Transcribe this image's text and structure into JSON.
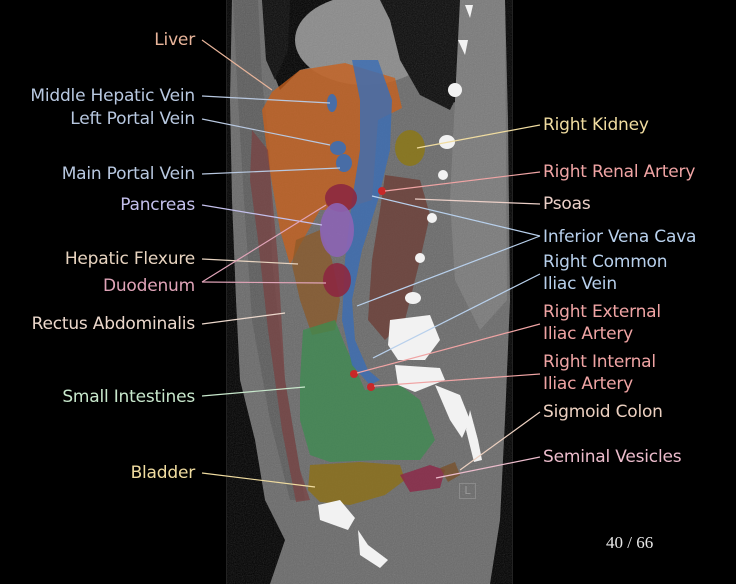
{
  "viewer": {
    "slice_counter": "40 / 66",
    "current_slice": 40,
    "total_slices": 66,
    "orientation_marker": "L"
  },
  "labels_left": [
    {
      "id": "liver",
      "text": "Liver",
      "color": "#e8b49a"
    },
    {
      "id": "middle-hepatic-vein",
      "text": "Middle Hepatic Vein",
      "color": "#b8c8e0"
    },
    {
      "id": "left-portal-vein",
      "text": "Left Portal Vein",
      "color": "#b8c8e0"
    },
    {
      "id": "main-portal-vein",
      "text": "Main Portal Vein",
      "color": "#b8c8e0"
    },
    {
      "id": "pancreas",
      "text": "Pancreas",
      "color": "#c4c0ec"
    },
    {
      "id": "hepatic-flexure",
      "text": "Hepatic Flexure",
      "color": "#e8d4c0"
    },
    {
      "id": "duodenum",
      "text": "Duodenum",
      "color": "#e0a4b8"
    },
    {
      "id": "rectus-abdominalis",
      "text": "Rectus Abdominalis",
      "color": "#ecd8cc"
    },
    {
      "id": "small-intestines",
      "text": "Small Intestines",
      "color": "#c8e8cc"
    },
    {
      "id": "bladder",
      "text": "Bladder",
      "color": "#f0dca0"
    }
  ],
  "labels_right": [
    {
      "id": "right-kidney",
      "text": "Right Kidney",
      "color": "#f0dca0"
    },
    {
      "id": "right-renal-artery",
      "text": "Right Renal Artery",
      "color": "#f0a4a4"
    },
    {
      "id": "psoas",
      "text": "Psoas",
      "color": "#ecd0c8"
    },
    {
      "id": "inferior-vena-cava",
      "text": "Inferior Vena Cava",
      "color": "#b8d0ec"
    },
    {
      "id": "right-common-iliac-vein",
      "text": "Right Common\nIliac Vein",
      "line1": "Right Common",
      "line2": "Iliac Vein",
      "color": "#b8d0ec"
    },
    {
      "id": "right-external-iliac-artery",
      "text": "Right External\nIliac Artery",
      "line1": "Right External",
      "line2": "Iliac Artery",
      "color": "#f0a4a4"
    },
    {
      "id": "right-internal-iliac-artery",
      "text": "Right Internal\nIliac Artery",
      "line1": "Right Internal",
      "line2": "Iliac Artery",
      "color": "#f0a4a4"
    },
    {
      "id": "sigmoid-colon",
      "text": "Sigmoid Colon",
      "color": "#ecd0c0"
    },
    {
      "id": "seminal-vesicles",
      "text": "Seminal Vesicles",
      "color": "#ecbccc"
    }
  ],
  "structure_colors": {
    "liver": "#c8601c",
    "veins": "#3c6eb4",
    "arteries": "#c82828",
    "pancreas": "#8c64b4",
    "duodenum": "#8c2840",
    "hepatic_flexure": "#8c5a28",
    "rectus": "#6e3c3c",
    "small_intestines": "#3c8c50",
    "bladder": "#8c7018",
    "kidney": "#8c7818",
    "psoas": "#6e3c34",
    "seminal_vesicles": "#8c2848",
    "sigmoid": "#8c5a28"
  }
}
